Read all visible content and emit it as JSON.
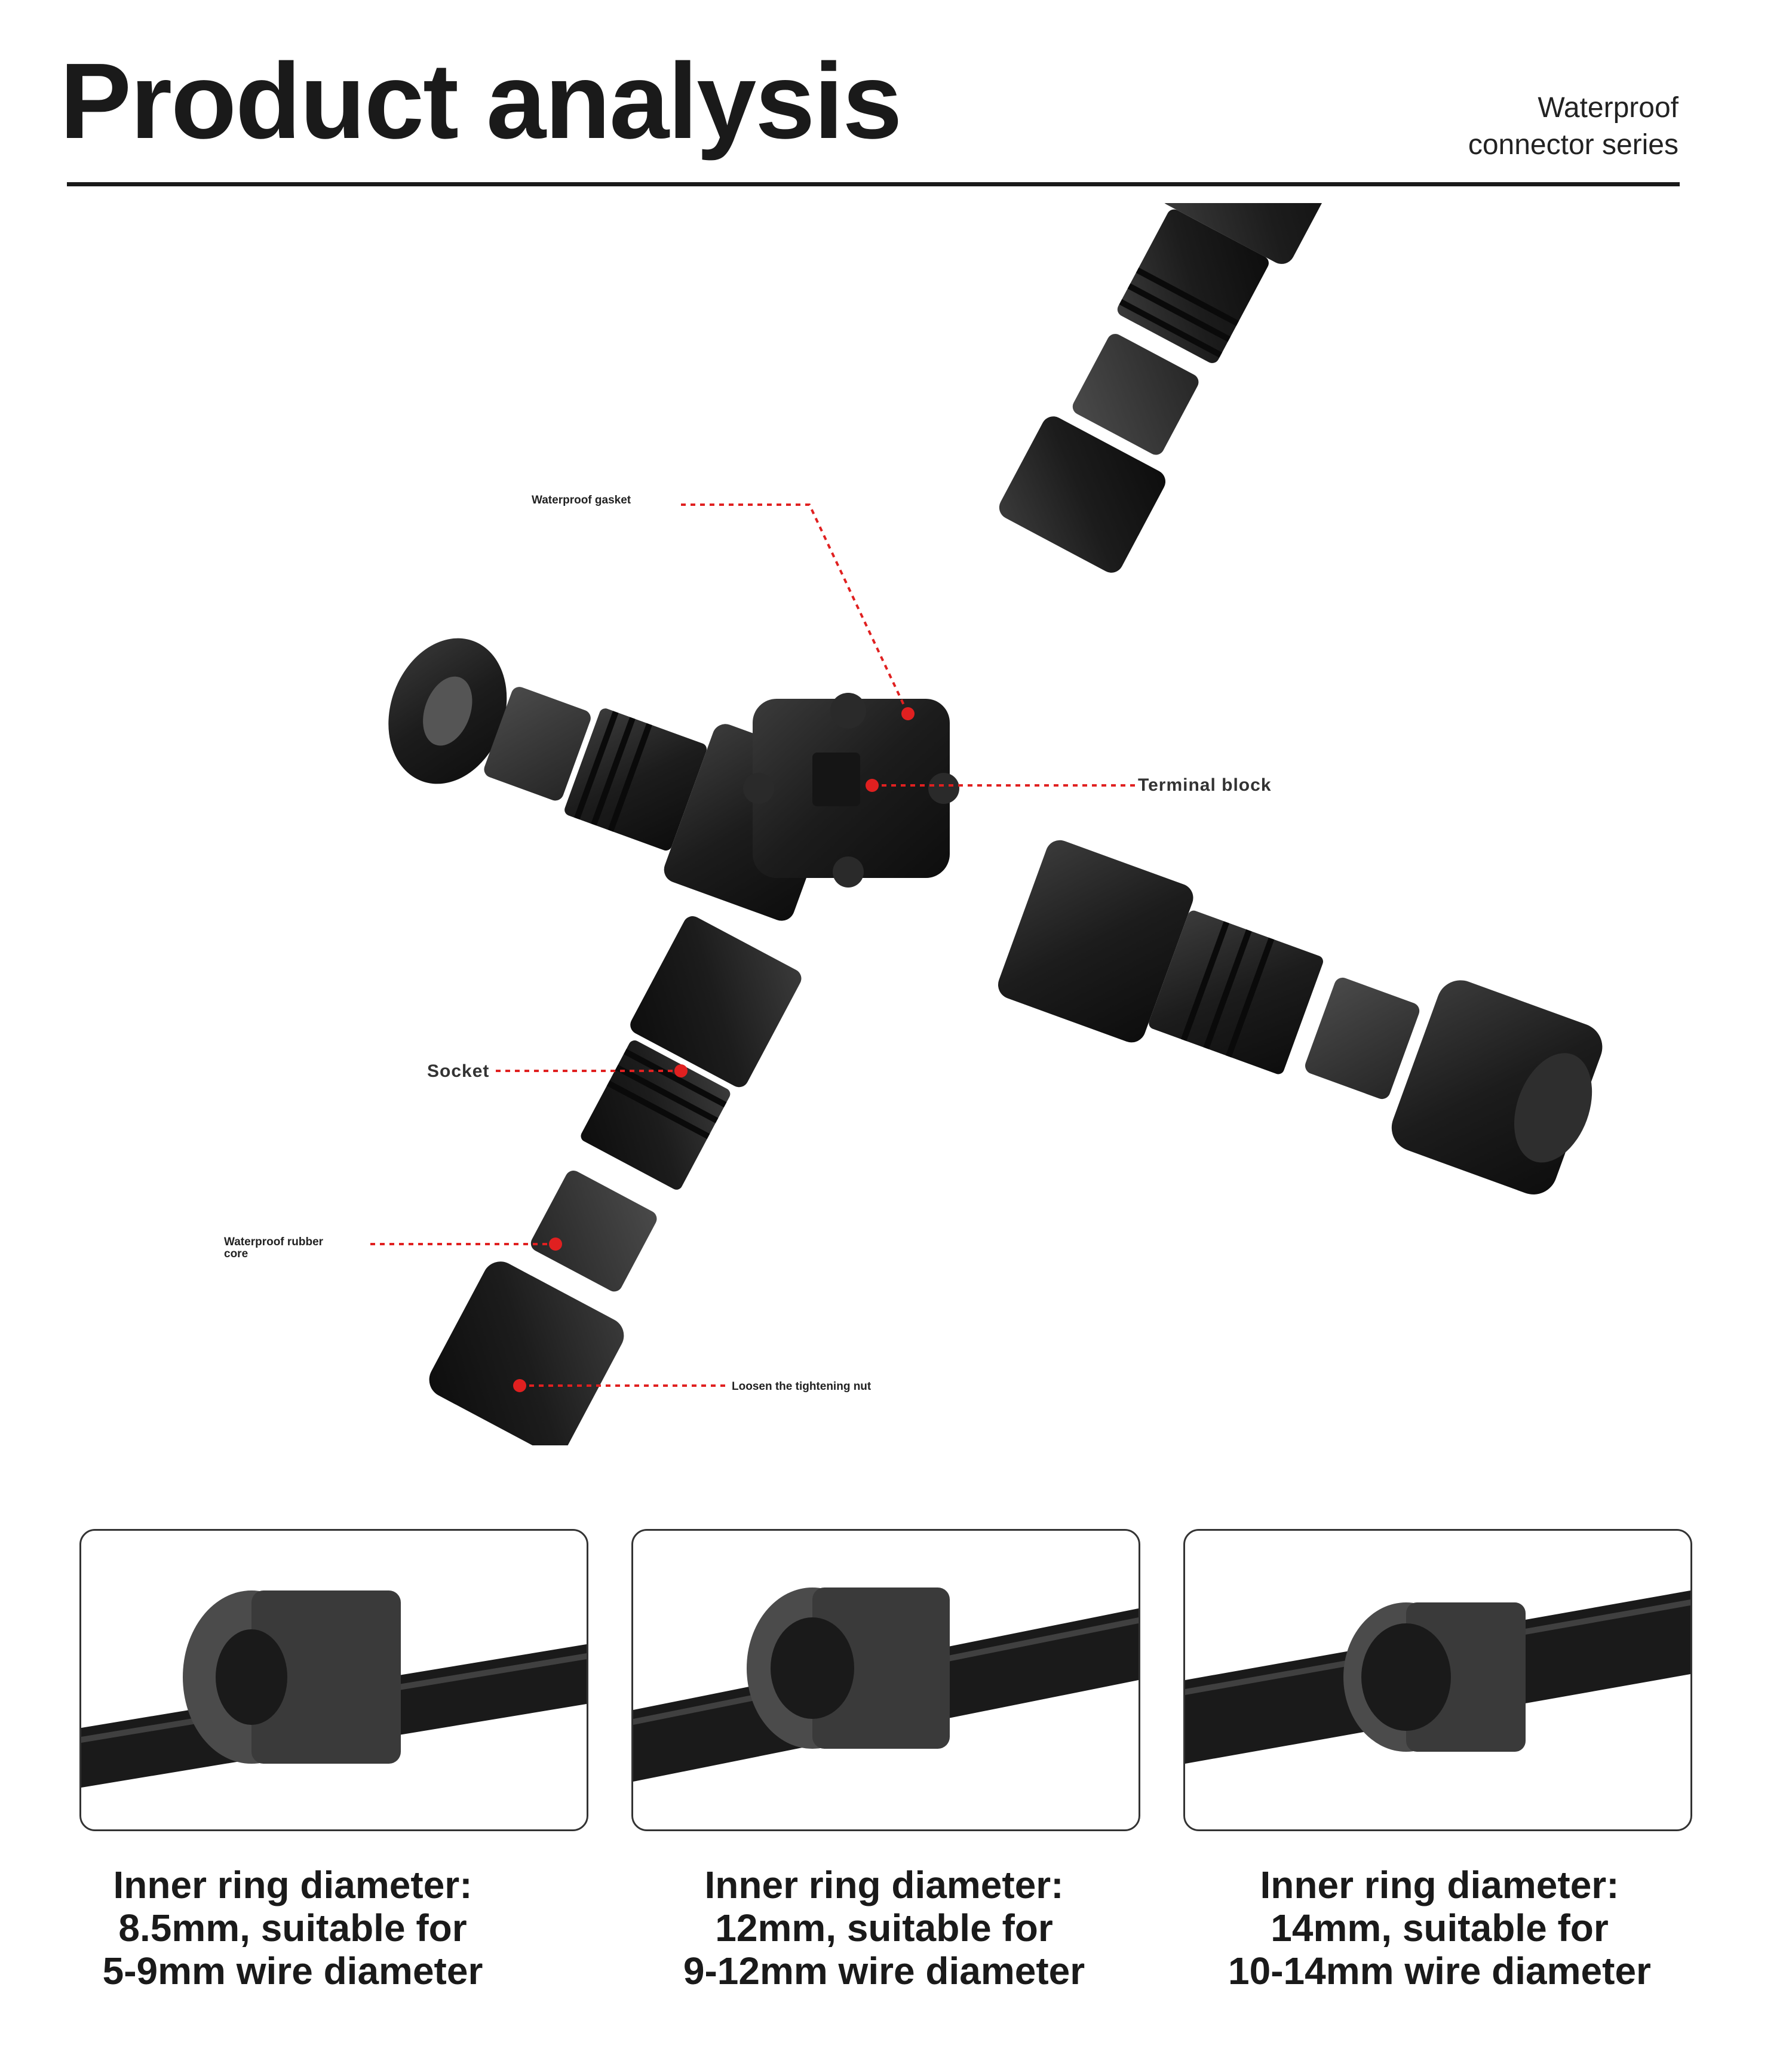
{
  "header": {
    "title": "Product analysis",
    "series_line1": "Waterproof",
    "series_line2": "connector series"
  },
  "callouts": {
    "gasket": "Waterproof gasket",
    "terminal": "Terminal block",
    "socket": "Socket",
    "rubber_core_line1": "Waterproof rubber",
    "rubber_core_line2": "core",
    "nut": "Loosen the tightening nut"
  },
  "colors": {
    "accent": "#e02020",
    "part": "#1f1f1f",
    "rubber": "#3a3a3a"
  },
  "panels": [
    {
      "caption_line1": "Inner ring diameter:",
      "caption_line2": "8.5mm, suitable for",
      "caption_line3": "5-9mm wire diameter"
    },
    {
      "caption_line1": "Inner ring diameter:",
      "caption_line2": "12mm, suitable for",
      "caption_line3": "9-12mm wire diameter"
    },
    {
      "caption_line1": "Inner ring diameter:",
      "caption_line2": "14mm, suitable for",
      "caption_line3": "10-14mm wire diameter"
    }
  ]
}
